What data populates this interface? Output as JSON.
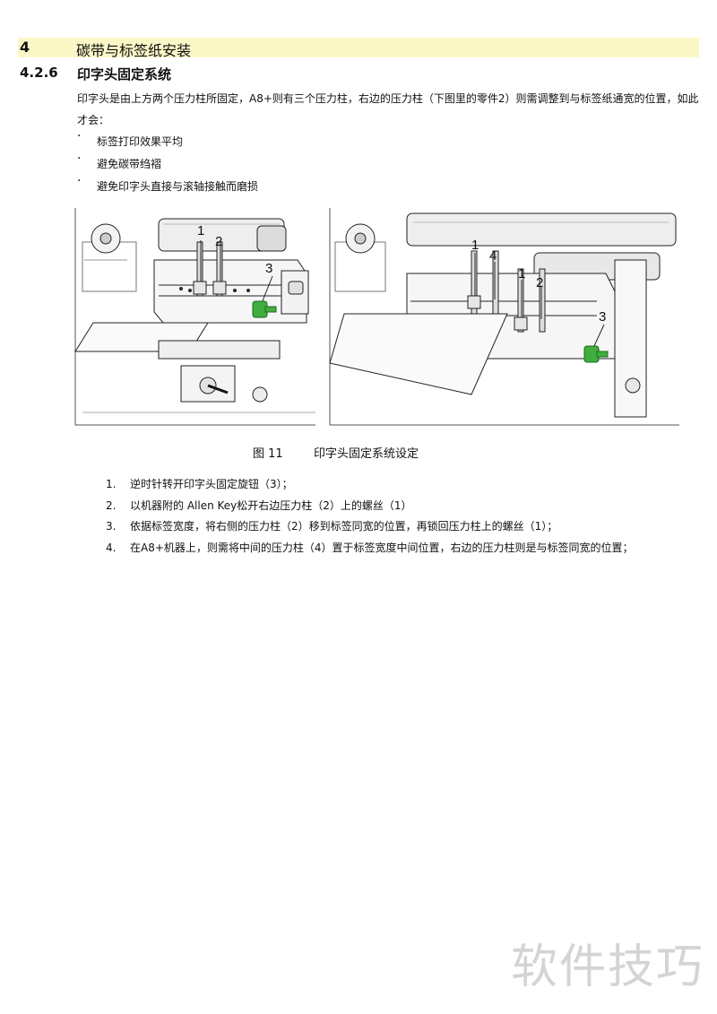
{
  "header": {
    "chapter_number": "4",
    "chapter_title": "碳带与标签纸安装"
  },
  "section": {
    "number": "4.2.6",
    "title": "印字头固定系统"
  },
  "intro_text": "印字头是由上方两个压力柱所固定，A8+则有三个压力柱，右边的压力柱（下图里的零件2）则需调整到与标签纸通宽的位置，如此才会：",
  "bullets": [
    "标签打印效果平均",
    "避免碳带绉褶",
    "避免印字头直接与滚轴接触而磨损"
  ],
  "figure": {
    "left_callouts": [
      "1",
      "2",
      "3"
    ],
    "right_callouts": [
      "1",
      "4",
      "1",
      "2",
      "3"
    ],
    "knob_color": "#3fae3f",
    "caption_number": "图  11",
    "caption_text": "印字头固定系统设定"
  },
  "steps": [
    {
      "num": "1.",
      "text": "逆时针转开印字头固定旋钮（3）；"
    },
    {
      "num": "2.",
      "text": "以机器附的 Allen Key松开右边压力柱（2）上的螺丝（1）"
    },
    {
      "num": "3.",
      "text": "依据标签宽度，将右侧的压力柱（2）移到标签同宽的位置，再锁回压力柱上的螺丝（1）；"
    },
    {
      "num": "4.",
      "text": "在A8+机器上，则需将中间的压力柱（4）置于标签宽度中间位置，右边的压力柱则是与标签同宽的位置；"
    }
  ],
  "watermark": "软件技巧"
}
